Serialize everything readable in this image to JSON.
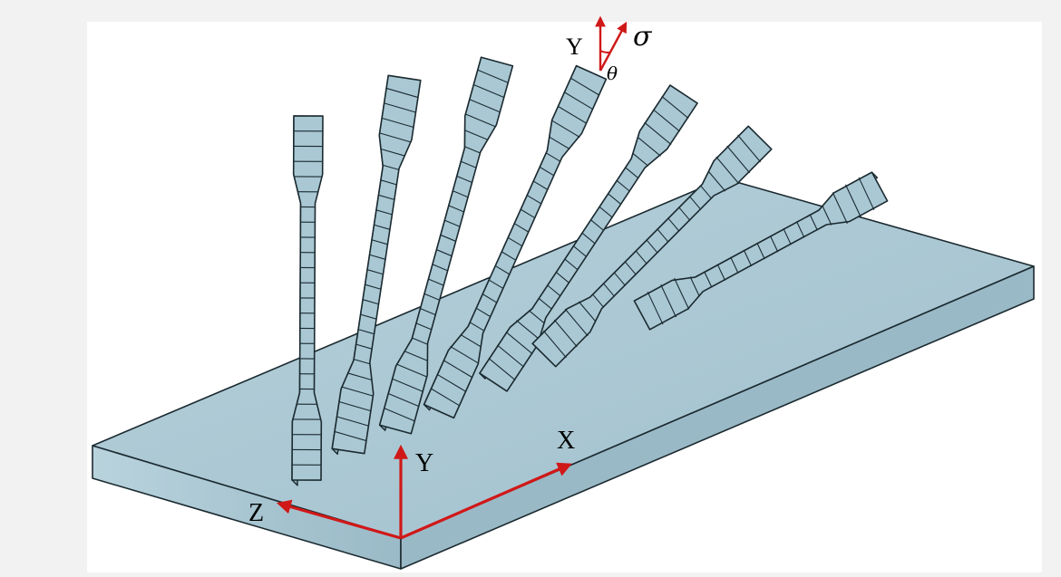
{
  "figure": {
    "colors": {
      "background": "#f2f2f2",
      "panel": "#ffffff",
      "plate_top": "#a9c8d4",
      "plate_edge": "#9fbecb",
      "specimen": "#a9c8d4",
      "outline": "#1b2a30",
      "axis": "#d01818"
    },
    "build_axes": {
      "x_label": "X",
      "y_label": "Y",
      "z_label": "Z"
    },
    "loading_axes": {
      "y_label": "Y",
      "sigma_label": "σ",
      "theta_label": "θ"
    },
    "specimen_count": 7,
    "plate_description_icon": "build-plate"
  }
}
